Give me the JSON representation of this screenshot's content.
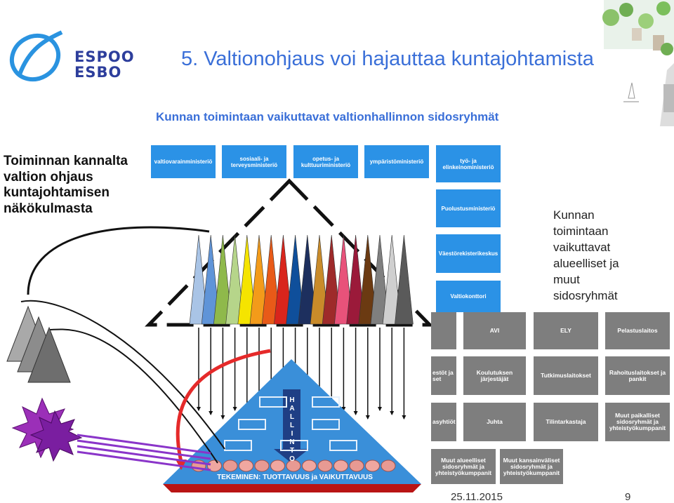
{
  "logo": {
    "line1": "ESPOO",
    "line2": "ESBO"
  },
  "title": "5. Valtionohjaus voi hajauttaa kuntajohtamista",
  "subtitle": "Kunnan toimintaan vaikuttavat valtionhallinnon sidosryhmät",
  "left_text": [
    "Toiminnan kannalta",
    "valtion ohjaus",
    "kuntajohtamisen",
    "näkökulmasta"
  ],
  "right_text": [
    "Kunnan",
    "toimintaan",
    "vaikuttavat",
    "alueelliset ja",
    "muut",
    "sidosryhmät"
  ],
  "ministries": [
    "valtiovarainministeriö",
    "sosiaali- ja terveysministeriö",
    "opetus- ja kulttuuriministeriö",
    "ympäristöministeriö",
    "työ- ja elinkeinoministeriö"
  ],
  "agencies": [
    "Puolustusministeriö",
    "Väestörekisterikeskus",
    "Valtiokonttori"
  ],
  "regional": {
    "row1": [
      "AVI",
      "ELY",
      "Pelastuslaitos"
    ],
    "row2": [
      "estöt ja set",
      "Koulutuksen järjestäjät",
      "Tutkimuslaitokset",
      "Rahoituslaitokset ja pankit"
    ],
    "row3": [
      "asyhtiöt",
      "Juhta",
      "Tilintarkastaja",
      "Muut paikalliset sidosryhmät ja yhteistyökumppanit"
    ],
    "row4": [
      "Muut alueelliset sidosryhmät ja yhteistyökumppanit",
      "Muut kansainväliset sidosryhmät ja yhteistyökumppanit"
    ]
  },
  "hallinto_letters": [
    "H",
    "A",
    "L",
    "L",
    "I",
    "N",
    "T",
    "O"
  ],
  "base_text": "TEKEMINEN: TUOTTAVUUS ja VAIKUTTAVUUS",
  "footer": {
    "date": "25.11.2015",
    "page": "9"
  },
  "colors": {
    "accent": "#3a6fd8",
    "box_blue": "#2b92e6",
    "box_grey": "#7e7e7e",
    "cones": [
      "#a9c4e6",
      "#5f94d8",
      "#8fb94b",
      "#b6d58a",
      "#f5e400",
      "#f39b1a",
      "#e85a18",
      "#d9251c",
      "#0f4f9b",
      "#1d2f5e",
      "#c98b2a",
      "#9e2a2a",
      "#e8527a",
      "#9b1a3a",
      "#6b3a12",
      "#7f7f7f",
      "#cfcfcf",
      "#5a5a5a"
    ]
  }
}
